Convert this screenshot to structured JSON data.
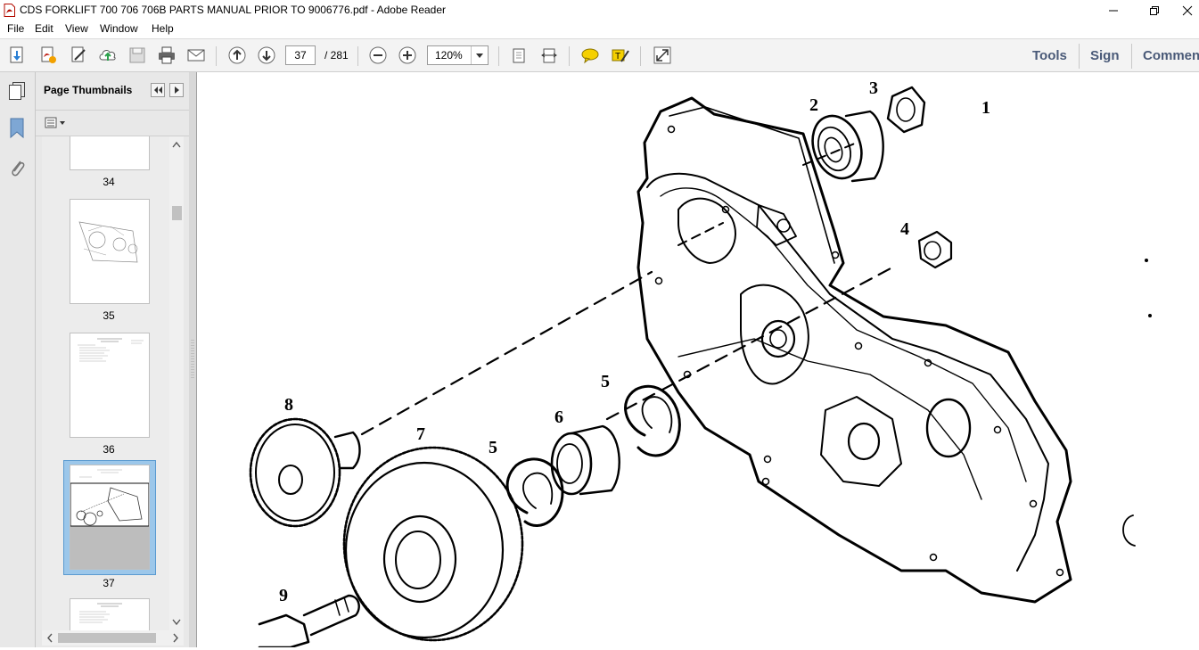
{
  "window": {
    "title": "CDS FORKLIFT 700 706 706B PARTS MANUAL PRIOR TO 9006776.pdf - Adobe Reader"
  },
  "menu": [
    "File",
    "Edit",
    "View",
    "Window",
    "Help"
  ],
  "toolbar": {
    "current_page": "37",
    "total_pages": "/ 281",
    "zoom": "120%",
    "tools_label": "Tools",
    "sign_label": "Sign",
    "comment_label": "Commen"
  },
  "nav_panel": {
    "title": "Page Thumbnails",
    "thumbnails": [
      {
        "label": "34"
      },
      {
        "label": "35"
      },
      {
        "label": "36"
      },
      {
        "label": "37",
        "selected": true
      },
      {
        "label": ""
      }
    ]
  },
  "diagram": {
    "callouts": [
      "1",
      "2",
      "3",
      "4",
      "5",
      "5",
      "6",
      "7",
      "8",
      "9"
    ]
  },
  "colors": {
    "toolbar_bg": "#f3f3f3",
    "panel_bg": "#e8e8e8",
    "selected_thumb_bg": "#9cc7ea",
    "right_link": "#4a5a78"
  }
}
